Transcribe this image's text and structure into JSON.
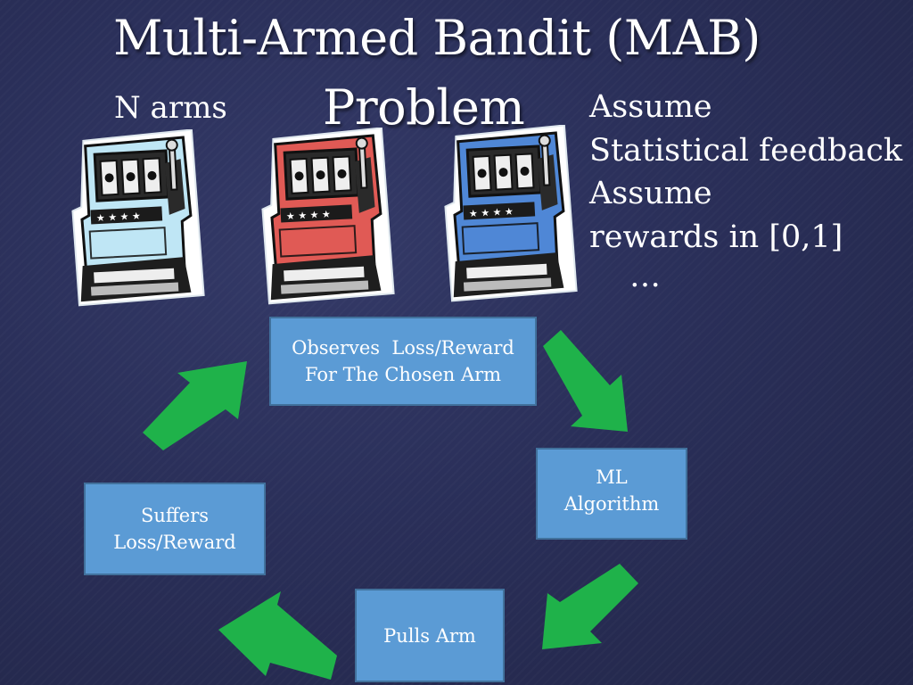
{
  "slide": {
    "title_line1": "Multi-Armed Bandit (MAB)",
    "title_line2": "Problem",
    "n_arms_label": "N arms",
    "assumptions": [
      "Assume",
      "Statistical feedback",
      "Assume",
      "rewards in [0,1]"
    ],
    "ellipsis": "…"
  },
  "machines": [
    {
      "name": "slot-machine-1",
      "color": "#bfe6f5"
    },
    {
      "name": "slot-machine-2",
      "color": "#e05a55"
    },
    {
      "name": "slot-machine-3",
      "color": "#4f87d6"
    }
  ],
  "cycle": {
    "observe": [
      "Observes  Loss/Reward",
      "For The Chosen Arm"
    ],
    "algorithm": [
      "ML",
      "Algorithm"
    ],
    "pull": "Pulls Arm",
    "suffer": [
      "Suffers",
      "Loss/Reward"
    ]
  },
  "colors": {
    "box_fill": "#5b9bd5",
    "box_border": "#41719c",
    "arrow": "#1fb24a"
  }
}
